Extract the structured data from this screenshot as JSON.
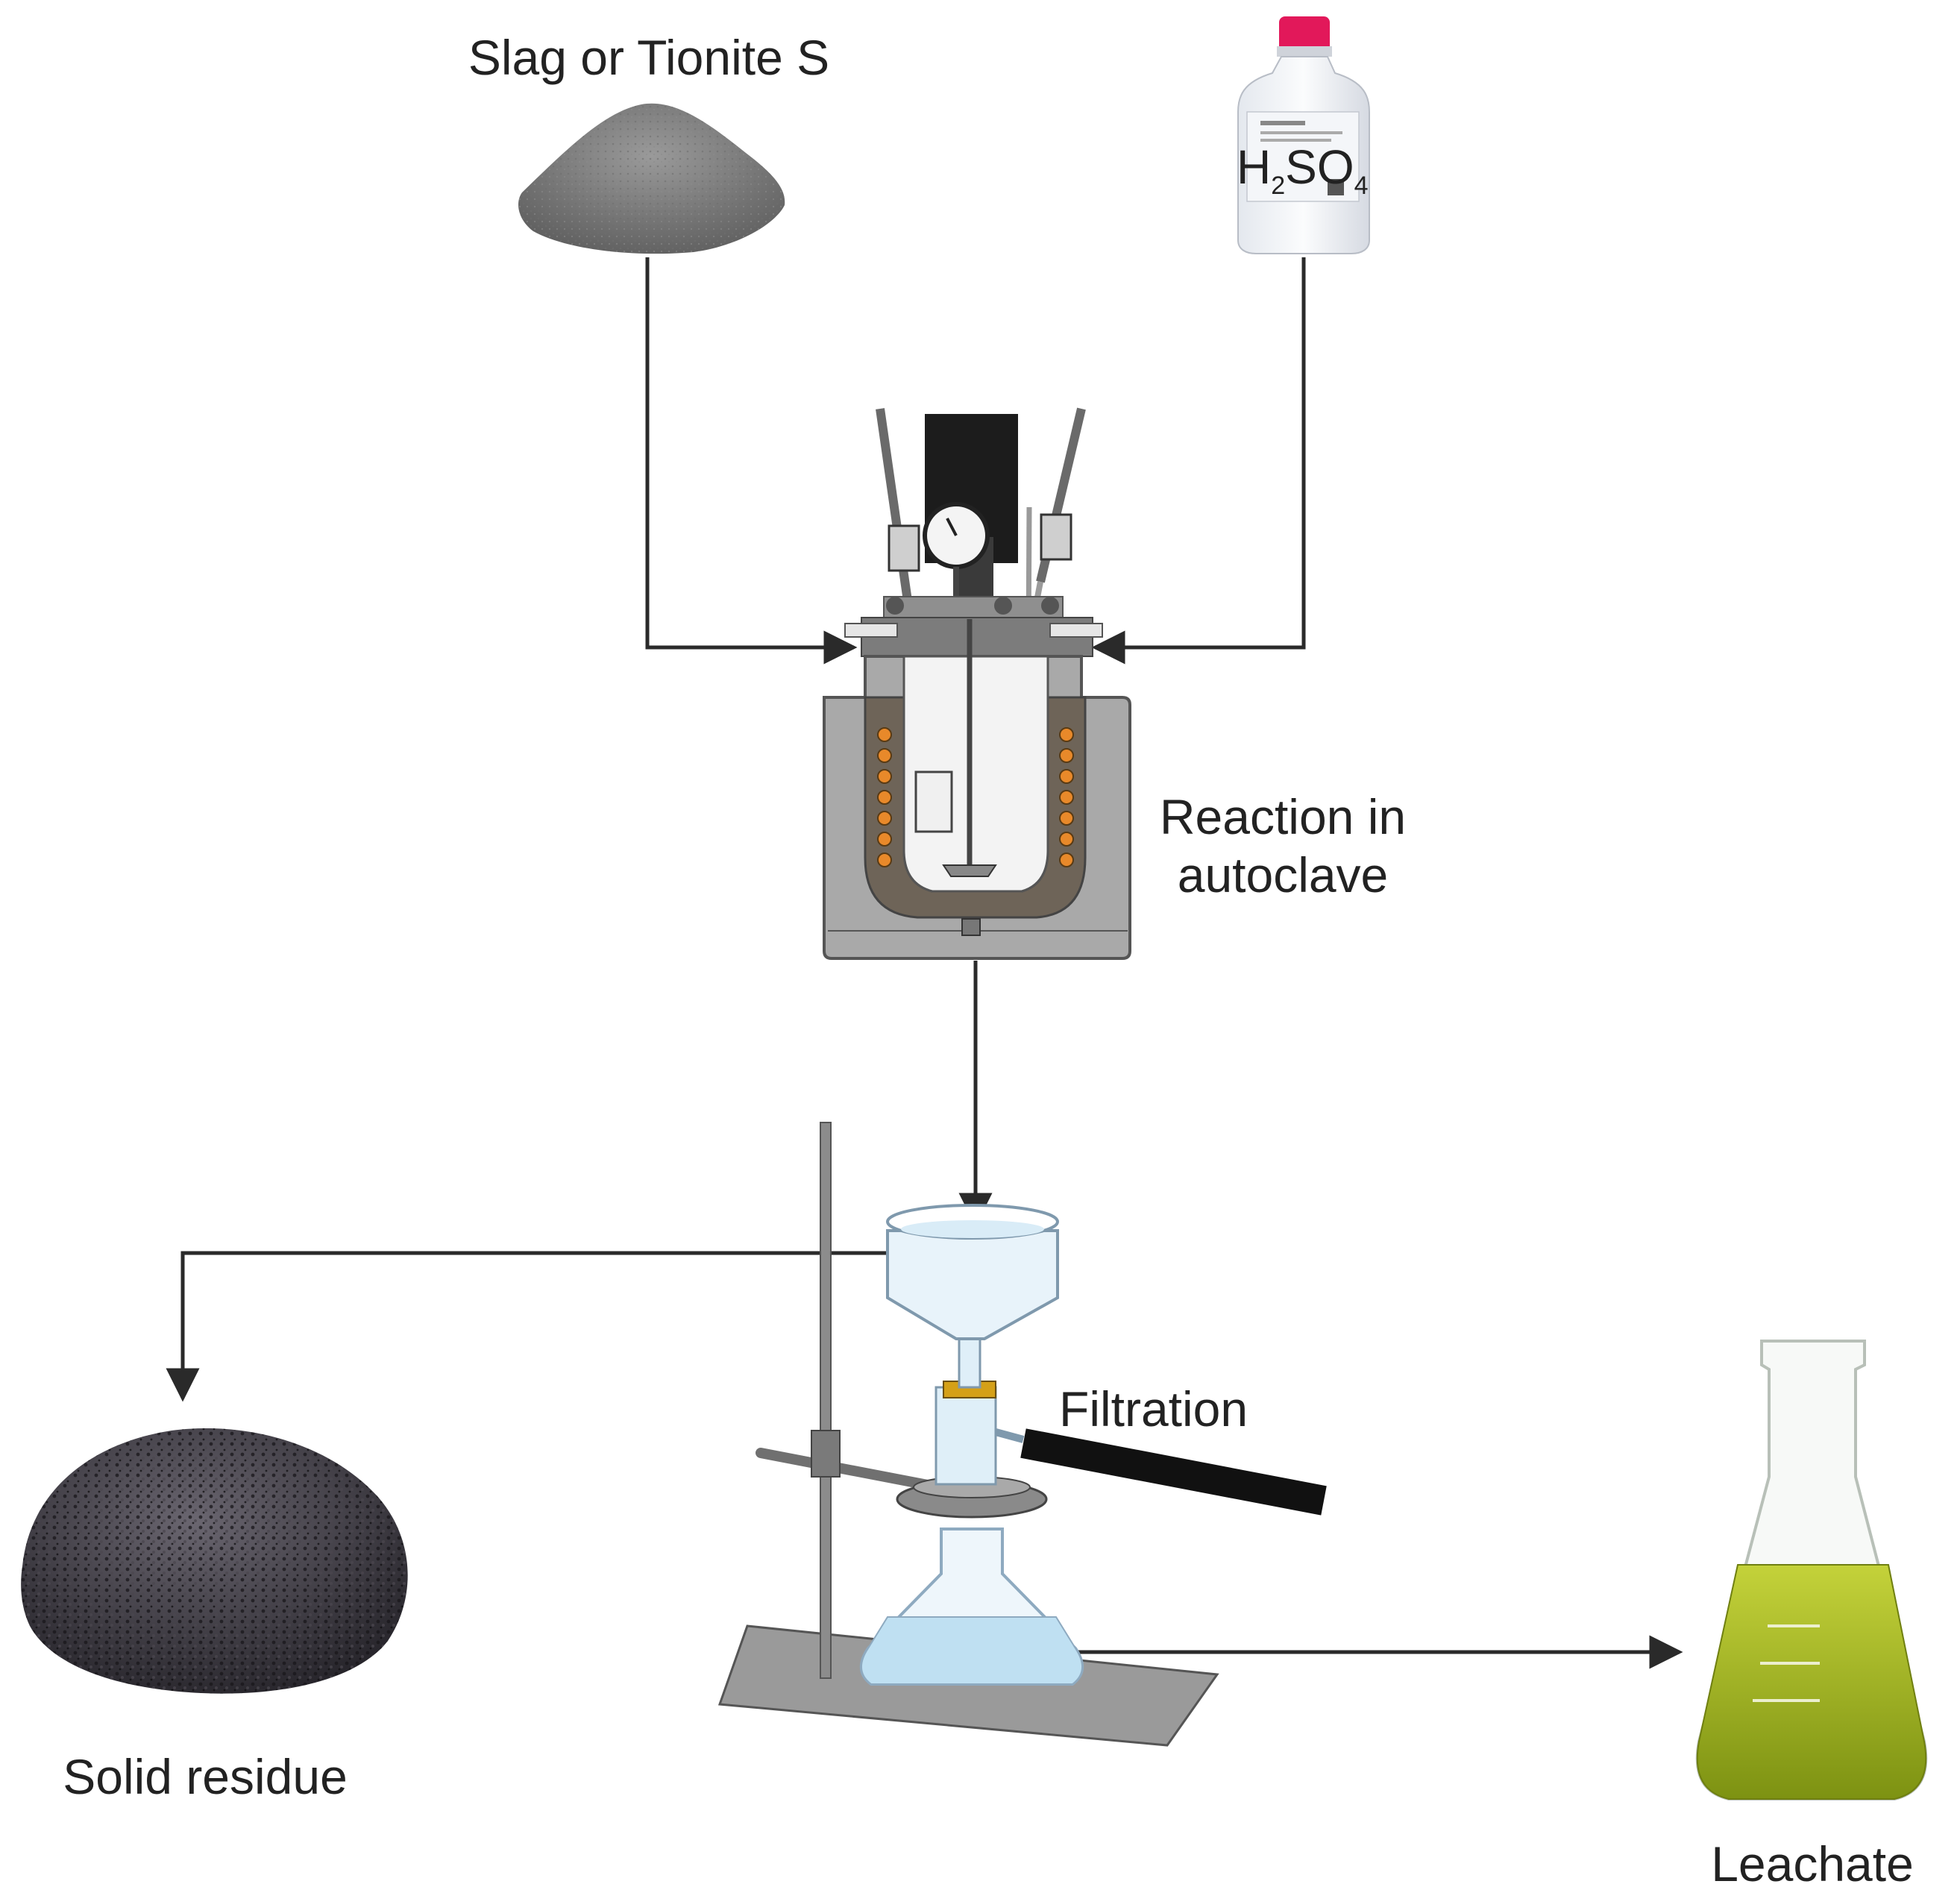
{
  "labels": {
    "feed_solid": "Slag or Tionite S",
    "acid_main": "H",
    "acid_sub1": "2",
    "acid_mid": "SO",
    "acid_sub2": "4",
    "reactor_line1": "Reaction in",
    "reactor_line2": "autoclave",
    "filtration": "Filtration",
    "residue": "Solid residue",
    "leachate": "Leachate"
  },
  "icons": {
    "powder": "gray-powder-pile",
    "bottle": "reagent-bottle",
    "reactor": "autoclave-reactor",
    "filter": "buchner-funnel-filtration",
    "residue": "dark-granular-pile",
    "flask": "erlenmeyer-flask"
  },
  "colors": {
    "line": "#2a2a2a",
    "leachate": "#9bb01a",
    "heater": "#e8892a",
    "reactor_body": "#a9a9a9",
    "filtrate": "#bfe0f2"
  }
}
